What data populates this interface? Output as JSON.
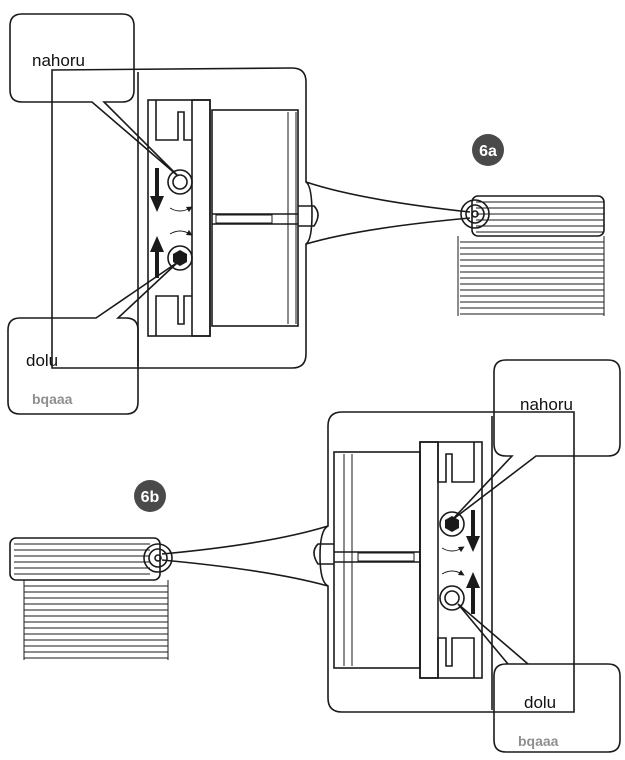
{
  "callouts": {
    "top_up": "nahoru",
    "top_down": "dolu",
    "bottom_up": "nahoru",
    "bottom_down": "dolu"
  },
  "badges": {
    "a": "6a",
    "b": "6b"
  },
  "faint_labels": {
    "top": "bqaaa",
    "bottom": "bqaaa"
  },
  "colors": {
    "badge": "#4a4a4a",
    "line": "#1a1a1a"
  }
}
